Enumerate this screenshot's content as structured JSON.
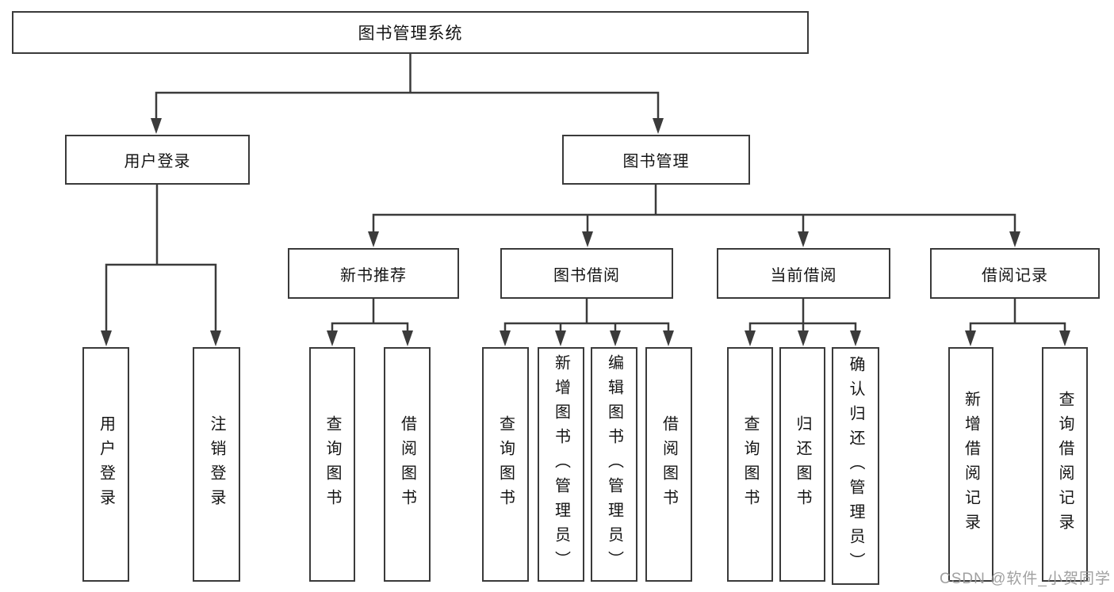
{
  "colors": {
    "line": "#3b3b3b",
    "box_border": "#3a3a3a",
    "text": "#141414",
    "watermark_gray": "#989898",
    "background": "#ffffff"
  },
  "diagram": {
    "title": "图书管理系统",
    "branches": [
      {
        "label": "用户登录",
        "children": [
          {
            "label": "用户登录"
          },
          {
            "label": "注销登录"
          }
        ]
      },
      {
        "label": "图书管理",
        "children": [
          {
            "label": "新书推荐",
            "children": [
              {
                "label": "查询图书"
              },
              {
                "label": "借阅图书"
              }
            ]
          },
          {
            "label": "图书借阅",
            "children": [
              {
                "label": "查询图书"
              },
              {
                "label": "新增图书（管理员）"
              },
              {
                "label": "编辑图书（管理员）"
              },
              {
                "label": "借阅图书"
              }
            ]
          },
          {
            "label": "当前借阅",
            "children": [
              {
                "label": "查询图书"
              },
              {
                "label": "归还图书"
              },
              {
                "label": "确认归还（管理员）"
              }
            ]
          },
          {
            "label": "借阅记录",
            "children": [
              {
                "label": "新增借阅记录"
              },
              {
                "label": "查询借阅记录"
              }
            ]
          }
        ]
      }
    ]
  },
  "watermark": "CSDN @软件_小贺同学"
}
